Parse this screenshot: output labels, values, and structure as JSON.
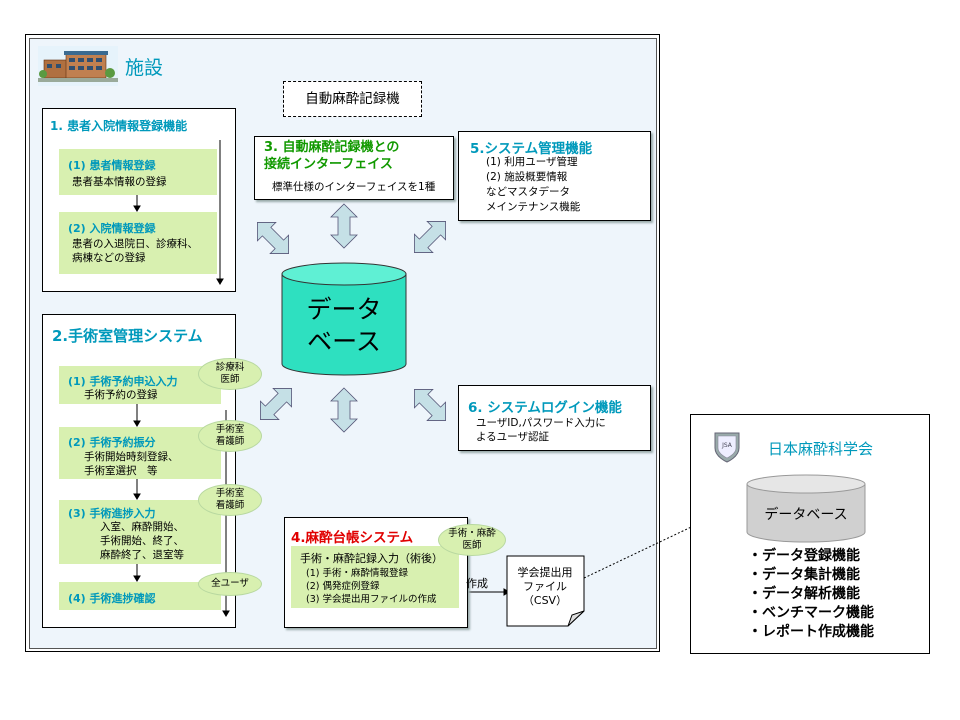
{
  "facility": {
    "title": "施設"
  },
  "anesthesia_recorder": {
    "label": "自動麻酔記録機"
  },
  "patient_registration": {
    "title": "1. 患者入院情報登録機能",
    "item1_title": "(1) 患者情報登録",
    "item1_desc": "患者基本情報の登録",
    "item2_title": "(2) 入院情報登録",
    "item2_desc_line1": "患者の入退院日、診療科、",
    "item2_desc_line2": "病棟などの登録"
  },
  "recorder_interface": {
    "title_line1": "3. 自動麻酔記録機との",
    "title_line2": "接続インターフェイス",
    "desc": "標準仕様のインターフェイスを1種"
  },
  "system_admin": {
    "title": "5.システム管理機能",
    "line1": "(1) 利用ユーザ管理",
    "line2": "(2) 施設概要情報",
    "line3": "などマスタデータ",
    "line4": "メインテナンス機能"
  },
  "database": {
    "line1": "データ",
    "line2": "ベース"
  },
  "or_management": {
    "title": "2.手術室管理システム",
    "item1_title": "(1) 手術予約申込入力",
    "item1_desc": "手術予約の登録",
    "item2_title": "(2) 手術予約振分",
    "item2_desc_line1": "手術開始時刻登録、",
    "item2_desc_line2": "手術室選択　等",
    "item3_title": "(3) 手術進捗入力",
    "item3_desc_line1": "入室、麻酔開始、",
    "item3_desc_line2": "手術開始、終了、",
    "item3_desc_line3": "麻酔終了、退室等",
    "item4_title": "(4) 手術進捗確認"
  },
  "roles": {
    "role1_line1": "診療科",
    "role1_line2": "医師",
    "role2_line1": "手術室",
    "role2_line2": "看護師",
    "role3_line1": "手術室",
    "role3_line2": "看護師",
    "role4": "全ユーザ",
    "role5_line1": "手術・麻酔",
    "role5_line2": "医師"
  },
  "login": {
    "title": "6. システムログイン機能",
    "line1": "ユーザID,パスワード入力に",
    "line2": "よるユーザ認証"
  },
  "anesthesia_ledger": {
    "title": "4.麻酔台帳システム",
    "input_title": "手術・麻酔記録入力（術後）",
    "line1": "(1) 手術・麻酔情報登録",
    "line2": "(2) 偶発症例登録",
    "line3": "(3) 学会提出用ファイルの作成"
  },
  "create_label": "作成",
  "submission_file": {
    "line1": "学会提出用",
    "line2": "ファイル",
    "line3": "（CSV）"
  },
  "jsa": {
    "logo_text": "JSA",
    "title": "日本麻酔科学会",
    "database": "データベース",
    "functions": [
      "・データ登録機能",
      "・データ集計機能",
      "・データ解析機能",
      "・ベンチマーク機能",
      "・レポート作成機能"
    ]
  }
}
